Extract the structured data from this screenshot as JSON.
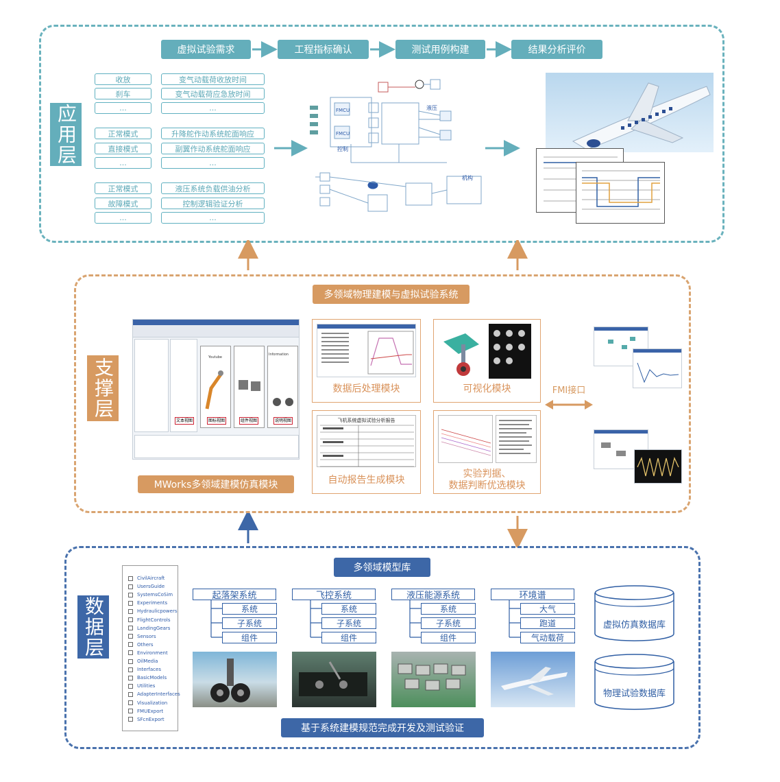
{
  "app_layer": {
    "tag": "应用层",
    "flow": [
      "虚拟试验需求",
      "工程指标确认",
      "测试用例构建",
      "结果分析评价"
    ],
    "groups": [
      {
        "left": [
          "收放",
          "刹车",
          "..."
        ],
        "right": [
          "变气动载荷收放时间",
          "变气动载荷应急放时间",
          "..."
        ]
      },
      {
        "left": [
          "正常模式",
          "直接模式",
          "..."
        ],
        "right": [
          "升降舵作动系统舵面响应",
          "副翼作动系统舵面响应",
          "..."
        ]
      },
      {
        "left": [
          "正常模式",
          "故障模式",
          "..."
        ],
        "right": [
          "液压系统负载供油分析",
          "控制逻辑验证分析",
          "..."
        ]
      }
    ],
    "diagram_labels": {
      "fmcu1": "FMCU",
      "fmcu2": "FMCU",
      "hydraulic": "液压",
      "control": "控制",
      "mechanism": "机构"
    }
  },
  "support_layer": {
    "tag": "支撑层",
    "title": "多领域物理建模与虚拟试验系统",
    "mworks": "MWorks多领域建模仿真模块",
    "modules": {
      "post": "数据后处理模块",
      "visual": "可视化模块",
      "report": "自动报告生成模块",
      "judge_1": "实验判据、",
      "judge_2": "数据判断优选模块"
    },
    "fmi": "FMI接口",
    "screenshot_tabs": [
      "文本视图",
      "图标视图",
      "组件视图",
      "说明视图"
    ],
    "screenshot_titles": {
      "icon": "Youtube",
      "info": "Information"
    },
    "report_title": "飞机系统虚拟试验分析报告"
  },
  "data_layer": {
    "tag": "数据层",
    "library_title": "多领域模型库",
    "tree": [
      "CivilAircraft",
      "UsersGuide",
      "SystemsCoSim",
      "Experiments",
      "Hydraulicpowers",
      "FlightControls",
      "LandingGears",
      "Sensors",
      "Others",
      "Environment",
      "OilMedia",
      "Interfaces",
      "BasicModels",
      "Utilities",
      "AdapterInterfaces",
      "Visualization",
      "FMUExport",
      "SFcnExport"
    ],
    "systems": [
      {
        "name": "起落架系统",
        "children": [
          "系统",
          "子系统",
          "组件"
        ]
      },
      {
        "name": "飞控系统",
        "children": [
          "系统",
          "子系统",
          "组件"
        ]
      },
      {
        "name": "液压能源系统",
        "children": [
          "系统",
          "子系统",
          "组件"
        ]
      },
      {
        "name": "环境谱",
        "children": [
          "大气",
          "跑道",
          "气动载荷"
        ]
      }
    ],
    "databases": [
      "虚拟仿真数据库",
      "物理试验数据库"
    ],
    "bottom_banner": "基于系统建模规范完成开发及测试验证"
  },
  "colors": {
    "teal": "#64aebb",
    "orange": "#d79a61",
    "blue": "#3d67a7"
  }
}
